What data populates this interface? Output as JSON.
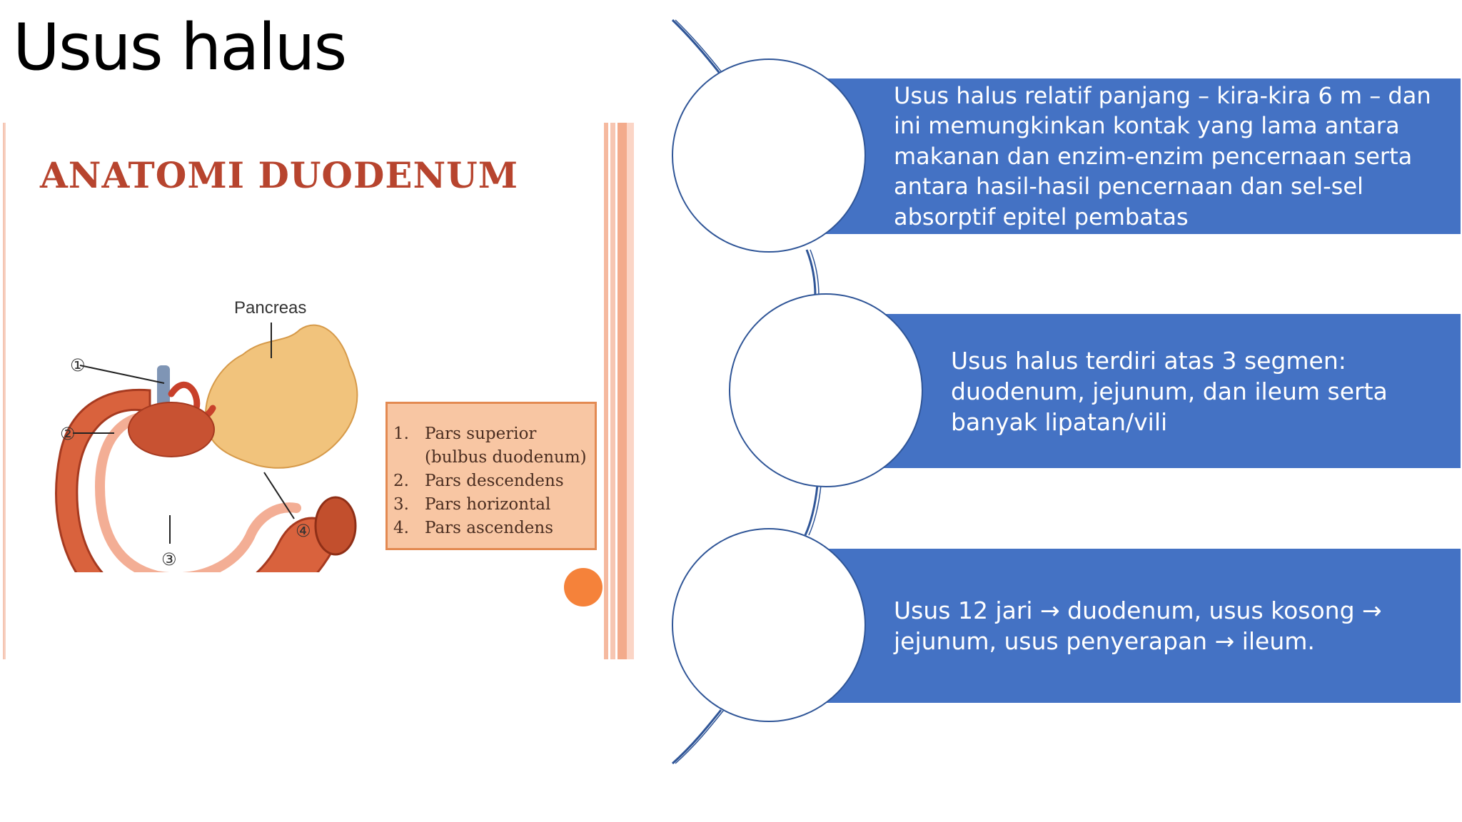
{
  "slide": {
    "title": "Usus halus"
  },
  "figure": {
    "heading": "ANATOMI DUODENUM",
    "pancreas_label": "Pancreas",
    "markers": [
      "①",
      "②",
      "③",
      "④"
    ],
    "legend": [
      {
        "num": "1.",
        "text": "Pars superior"
      },
      {
        "num": "",
        "text": "(bulbus duodenum)"
      },
      {
        "num": "2.",
        "text": "Pars descendens"
      },
      {
        "num": "3.",
        "text": "Pars horizontal"
      },
      {
        "num": "4.",
        "text": "Pars ascendens"
      }
    ],
    "colors": {
      "heading": "#b7442e",
      "legend_fill": "#f8c6a3",
      "legend_border": "#e38a52",
      "accent_dot": "#f5823a"
    }
  },
  "points": [
    {
      "text": "Usus halus relatif panjang – kira-kira 6 m – dan ini memungkinkan kontak yang lama antara makanan dan enzim-enzim pencernaan serta antara hasil-hasil pencernaan dan sel-sel absorptif epitel pembatas"
    },
    {
      "text": "Usus halus terdiri atas 3 segmen: duodenum, jejunum, dan ileum serta banyak lipatan/vili"
    },
    {
      "text": "Usus 12 jari → duodenum, usus kosong → jejunum, usus penyerapan → ileum."
    }
  ],
  "colors": {
    "bar_fill": "#4472c4",
    "circle_stroke": "#2f5597",
    "text_on_bar": "#ffffff"
  }
}
